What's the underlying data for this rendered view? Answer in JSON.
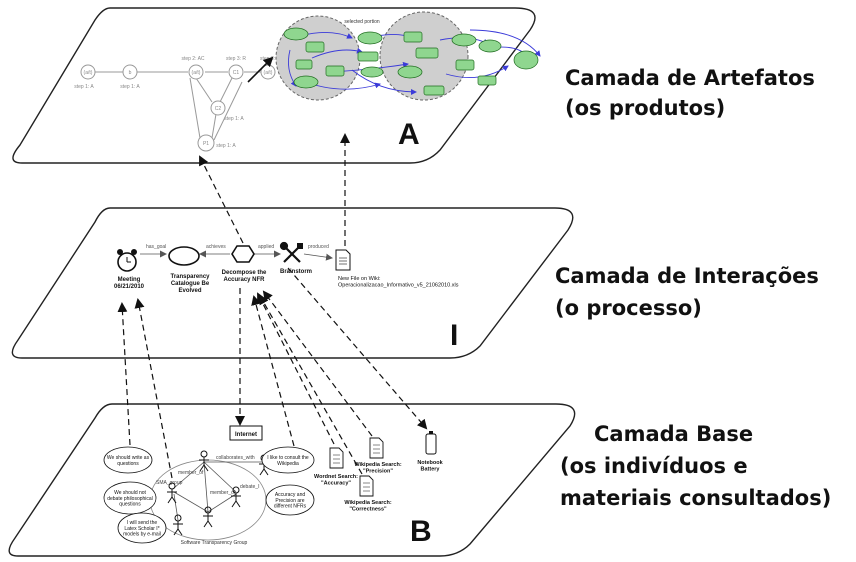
{
  "layers": {
    "artifacts": {
      "title": "Camada de Artefatos",
      "subtitle": "(os produtos)",
      "letter": "A",
      "graph_steps": [
        "step 1: A",
        "step 1: A",
        "step 2: AC",
        "step 3: R",
        "step 3: R",
        "step 1: A",
        "step 1: A"
      ],
      "node_labels": [
        "(a/t)",
        "b",
        "(a/t)",
        "C1",
        "(a/t)",
        "C2",
        "P1"
      ],
      "selection_label": "selected portion"
    },
    "interactions": {
      "title": "Camada de Interações",
      "subtitle": "(o processo)",
      "letter": "I",
      "meeting_label": "Meeting\n06/21/2010",
      "catalogue_label": "Transparency\nCatalogue Be\nEvolved",
      "decompose_label": "Decompose the\nAccuracy NFR",
      "brainstorm_label": "Brainstorm",
      "newfile_label": "New File on Wiki:\nOperacionalizacao_Informativo_v5_21062010.xls",
      "edge_has_goal": "has_goal",
      "edge_achieves": "achieves",
      "edge_applied": "applied",
      "edge_produced": "produced"
    },
    "base": {
      "title": "Camada Base",
      "subtitle_line1": "(os indivíduos e",
      "subtitle_line2": "materiais consultados)",
      "letter": "B",
      "internet_label": "Internet",
      "wordnet_label": "Wordnet Search:\n\"Accuracy\"",
      "wiki_precision_label": "Wikipedia Search:\n\"Precision\"",
      "wiki_correctness_label": "Wikipedia Search:\n\"Correctness\"",
      "notebook_label": "Notebook\nBattery",
      "bubble_1": "We should write as\nquestions",
      "bubble_2": "We should not\ndebate philosophical\nquestions",
      "bubble_3": "I like to consult the\nWikipedia",
      "bubble_4": "Accuracy and\nPrecision are\ndifferent NFRs",
      "bubble_5": "I will send the\nLatex Scholar I*\nmodels by e-mail",
      "group_label": "Software Transparency Group",
      "edge_member_of": "member_of",
      "edge_collaborates_with": "collaborates_with",
      "edge_sma_group": "SMA_group",
      "edge_debate": "debate_I"
    }
  }
}
